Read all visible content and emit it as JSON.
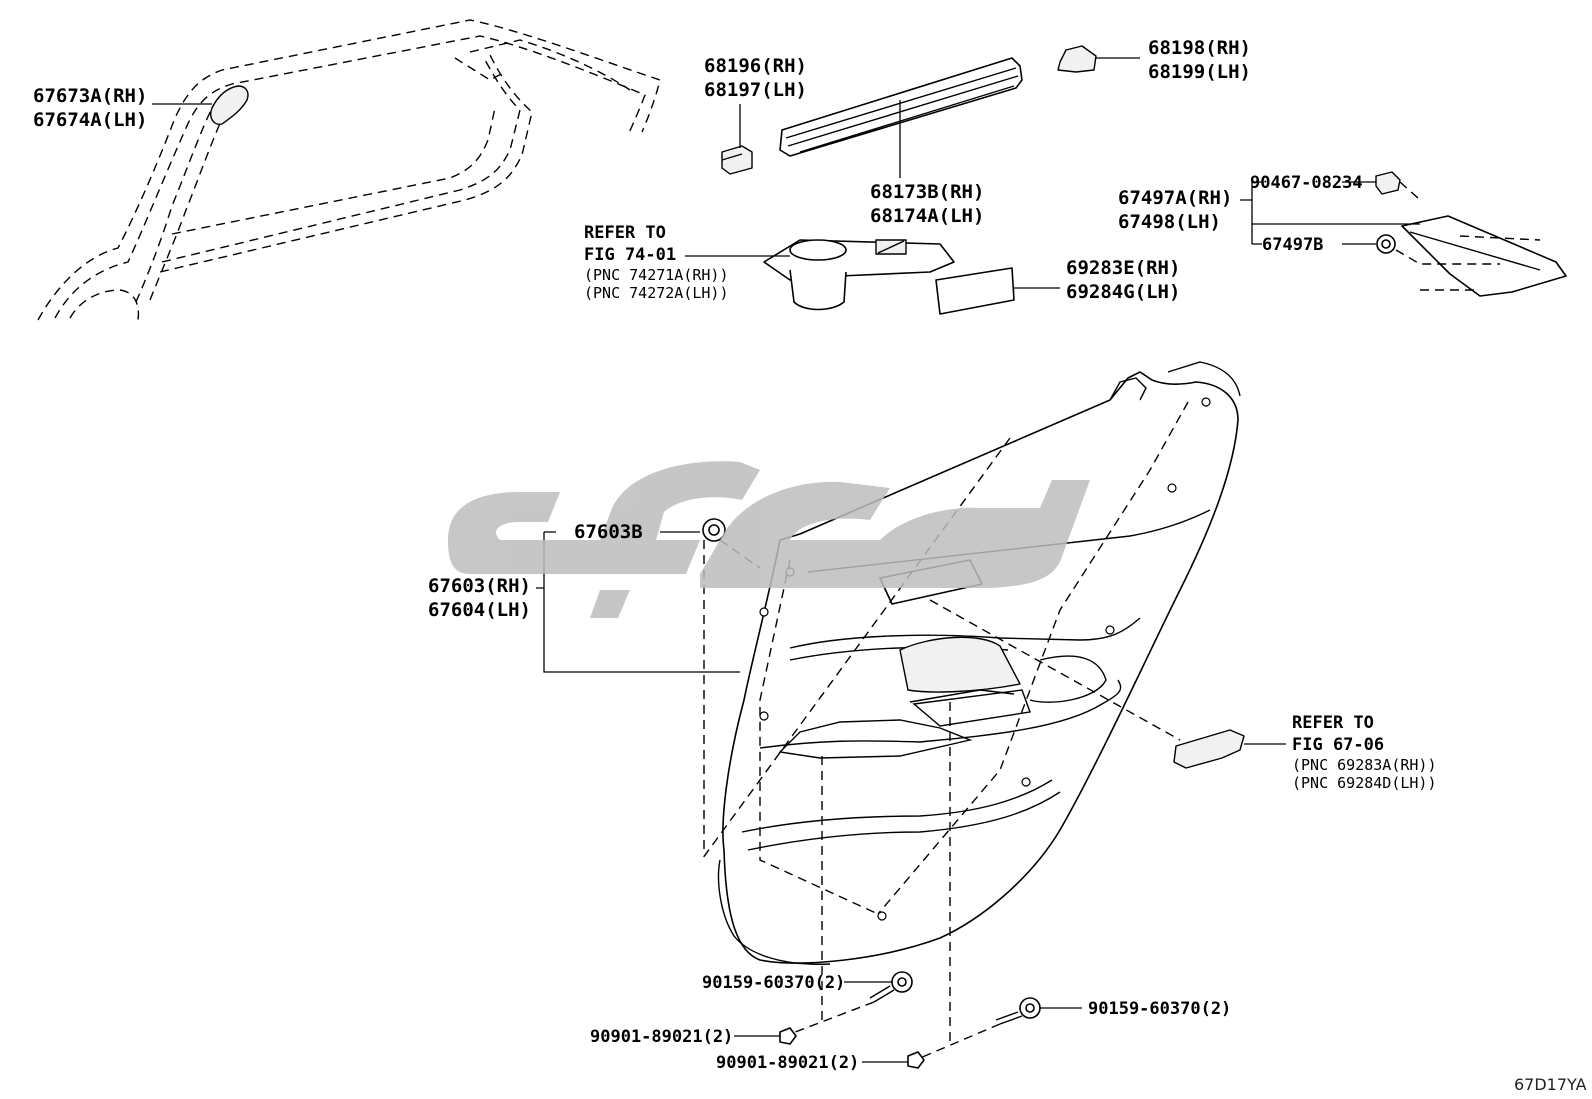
{
  "diagram": {
    "figure_code": "67D17YA",
    "watermark_color": "#bdbdbd",
    "labels": {
      "molding_upper": [
        "67673A(RH)",
        "67674A(LH)"
      ],
      "clip_a": [
        "68196(RH)",
        "68197(LH)"
      ],
      "weatherstrip": [
        "68173B(RH)",
        "68174A(LH)"
      ],
      "clip_b": [
        "68198(RH)",
        "68199(LH)"
      ],
      "switch_base_refer": [
        "REFER TO",
        "FIG 74-01",
        "(PNC 74271A(RH))",
        "(PNC 74272A(LH))"
      ],
      "cover_panel": [
        "69283E(RH)",
        "69284G(LH)"
      ],
      "garnish_group": [
        "67497A(RH)",
        "67498(LH)"
      ],
      "garnish_clip_a": "90467-08234",
      "garnish_clip_b": "67497B",
      "trim_clip": "67603B",
      "trim_board": [
        "67603(RH)",
        "67604(LH)"
      ],
      "handle_refer": [
        "REFER TO",
        "FIG 67-06",
        "(PNC 69283A(RH))",
        "(PNC 69284D(LH))"
      ],
      "screw_left": "90159-60370(2)",
      "nut_left": "90901-89021(2)",
      "screw_right": "90159-60370(2)",
      "nut_right": "90901-89021(2)"
    }
  }
}
